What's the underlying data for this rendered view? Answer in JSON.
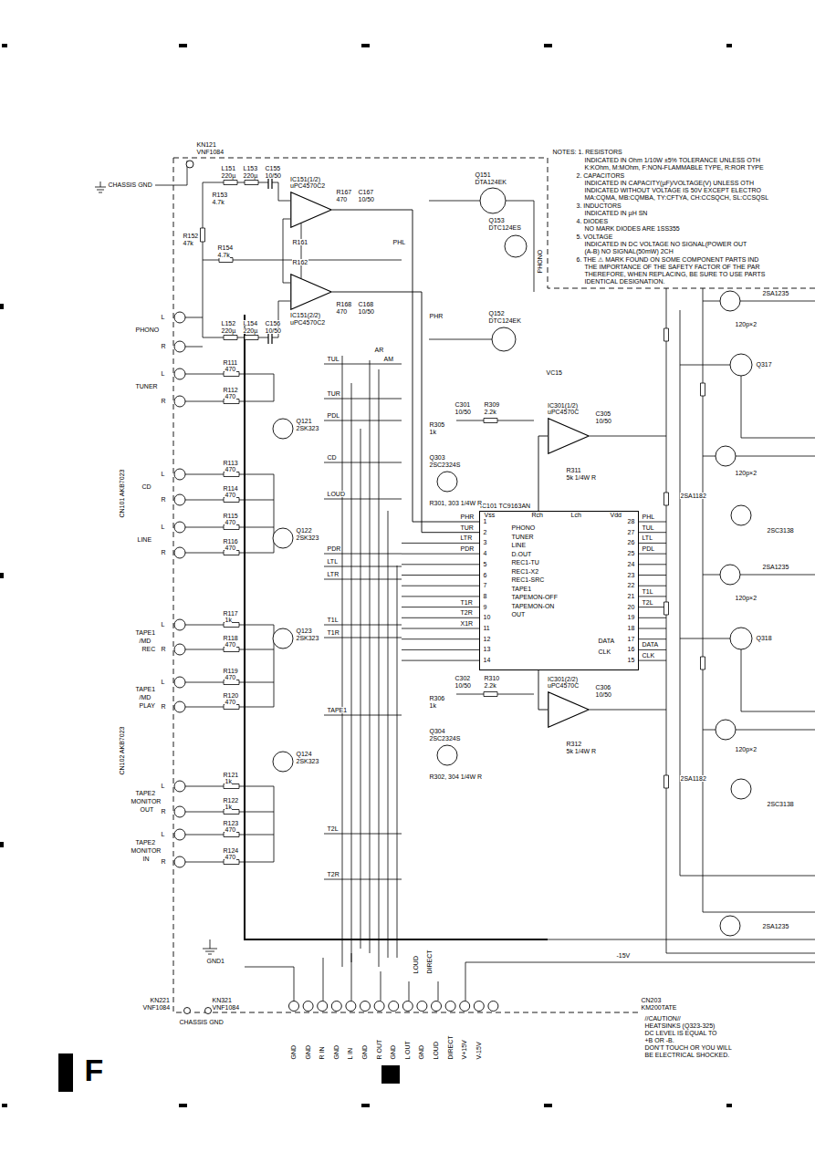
{
  "diagram": {
    "nodes": [
      {
        "text": [
          "IC151(1/2)",
          "uPC4570C2"
        ]
      },
      {
        "text": [
          "IC151(2/2)",
          "uPC4570C2"
        ]
      },
      {
        "text": [
          "IC101 TC9163AN"
        ]
      },
      {
        "text": [
          "IC301(1/2)",
          "uPC4570C"
        ]
      },
      {
        "text": [
          "IC301(2/2)",
          "uPC4570C"
        ]
      }
    ],
    "edges": [
      {
        "from": 0,
        "to": 2,
        "arrow": "none"
      },
      {
        "from": 1,
        "to": 2,
        "arrow": "none"
      },
      {
        "from": 2,
        "to": 3,
        "arrow": "none"
      },
      {
        "from": 2,
        "to": 4,
        "arrow": "none"
      }
    ],
    "labels": [
      "NOTES: 1. RESISTORS",
      "INDICATED IN Ohm 1/10W ±5% TOLERANCE UNLESS OTH",
      "K:KOhm, M:MOhm, F:NON-FLAMMABLE TYPE, R:ROR TYPE",
      "2. CAPACITORS",
      "INDICATED IN CAPACITY(µF)/VOLTAGE(V) UNLESS OTH",
      "INDICATED WITHOUT VOLTAGE IS 50V EXCEPT ELECTRO",
      "MA:CQMA, MB:CQMBA, TY:CFTYA, CH:CCSQCH, SL:CCSQSL",
      "3. INDUCTORS",
      "INDICATED IN µH SN",
      "4. DIODES",
      "NO MARK DIODES ARE 1SS355",
      "5. VOLTAGE",
      "INDICATED IN DC VOLTAGE NO SIGNAL(POWER OUT",
      "(A-B) NO SIGNAL(50mW) 2CH",
      "6. THE ⚠ MARK FOUND ON SOME COMPONENT PARTS IND",
      "THE IMPORTANCE OF THE SAFETY FACTOR OF THE PAR",
      "THEREFORE, WHEN REPLACING, BE SURE TO USE PARTS",
      "IDENTICAL DESIGNATION.",
      "KN121",
      "VNF1084",
      "CHASSIS GND",
      "L",
      "PHONO",
      "R",
      "L",
      "TUNER",
      "R",
      "L",
      "CD",
      "R",
      "L",
      "LINE",
      "R",
      "CN101 AKB7023",
      "L",
      "TAPE1",
      "/MD",
      "REC",
      "R",
      "L",
      "TAPE1",
      "/MD",
      "PLAY",
      "R",
      "CN102 AKB7023",
      "L",
      "TAPE2",
      "MONITOR",
      "OUT",
      "R",
      "L",
      "TAPE2",
      "MONITOR",
      "IN",
      "R",
      "R111",
      "470",
      "R112",
      "470",
      "R113",
      "470",
      "R114",
      "470",
      "R115",
      "470",
      "R116",
      "470",
      "R117",
      "1k",
      "R118",
      "470",
      "R119",
      "470",
      "R120",
      "470",
      "R121",
      "1k",
      "R122",
      "1k",
      "R123",
      "470",
      "R124",
      "470",
      "Q121",
      "2SK323",
      "Q122",
      "2SK323",
      "Q123",
      "2SK323",
      "Q124",
      "2SK323",
      "TUL",
      "TUR",
      "PDL",
      "CD",
      "LOUD",
      "PDR",
      "LTL",
      "LTR",
      "T1L",
      "T1R",
      "TAPE1",
      "T2L",
      "T2R",
      "L151",
      "L153",
      "C155",
      "220µ",
      "220µ",
      "10/50",
      "R153",
      "4.7k",
      "R152",
      "47k",
      "R154",
      "4.7k",
      "L152",
      "L154",
      "C156",
      "220µ",
      "220µ",
      "10/50",
      "R167",
      "470",
      "C167",
      "10/50",
      "R168",
      "470",
      "C168",
      "10/50",
      "R161",
      "R162",
      "Q151",
      "DTA124EK",
      "Q153",
      "DTC124ES",
      "Q152",
      "DTC124EK",
      "PHONO",
      "PHL",
      "PHR",
      "AR",
      "AM",
      "R305",
      "1k",
      "Q303",
      "2SC2324S",
      "R301, 303 1/4W R",
      "C301",
      "10/50",
      "R309",
      "2.2k",
      "VC15",
      "C305",
      "10/50",
      "R311",
      "5k 1/4W R",
      "R306",
      "1k",
      "Q304",
      "2SC2324S",
      "R302, 304 1/4W R",
      "C302",
      "10/50",
      "R310",
      "2.2k",
      "C306",
      "10/50",
      "R312",
      "5k 1/4W R",
      "PHR",
      "TUR",
      "LTR",
      "PDR",
      "T1R",
      "T2R",
      "X1R",
      "PHL",
      "TUL",
      "LTL",
      "PDL",
      "T1L",
      "T2L",
      "DATA",
      "CLK",
      "1",
      "2",
      "3",
      "4",
      "5",
      "6",
      "7",
      "8",
      "9",
      "10",
      "11",
      "12",
      "13",
      "14",
      "28",
      "27",
      "26",
      "25",
      "24",
      "23",
      "22",
      "21",
      "20",
      "19",
      "18",
      "17",
      "16",
      "15",
      "Vss",
      "Rch",
      "Lch",
      "Vdd",
      "PHONO",
      "TUNER",
      "LINE",
      "D.OUT",
      "REC1-TU",
      "REC1-X2",
      "REC1-SRC",
      "TAPE1",
      "TAPEMON-OFF",
      "TAPEMON-ON",
      "OUT",
      "DATA",
      "CLK",
      "2SA1235",
      "Q317",
      "120p×2",
      "2SA1182",
      "120p×2",
      "2SC3138",
      "2SA1235",
      "Q318",
      "120p×2",
      "2SA1182",
      "120p×2",
      "2SC3138",
      "2SA1235",
      "GND1",
      "KN321",
      "VNF1084",
      "KN221",
      "VNF1084",
      "CHASSIS GND",
      "LOUD",
      "DIRECT",
      "-15V",
      "GND",
      "GND",
      "R IN",
      "GND",
      "L IN",
      "GND",
      "R OUT",
      "GND",
      "L OUT",
      "GND",
      "LOUD",
      "DIRECT",
      "V+15V",
      "V-15V",
      "CN203",
      "KM200TATE",
      "//CAUTION//",
      "HEATSINKS (Q323-325)",
      "DC LEVEL IS EQUAL TO",
      "+B OR -B.",
      "DON'T TOUCH OR YOU WILL",
      "BE ELECTRICAL SHOCKED.",
      "F"
    ]
  }
}
